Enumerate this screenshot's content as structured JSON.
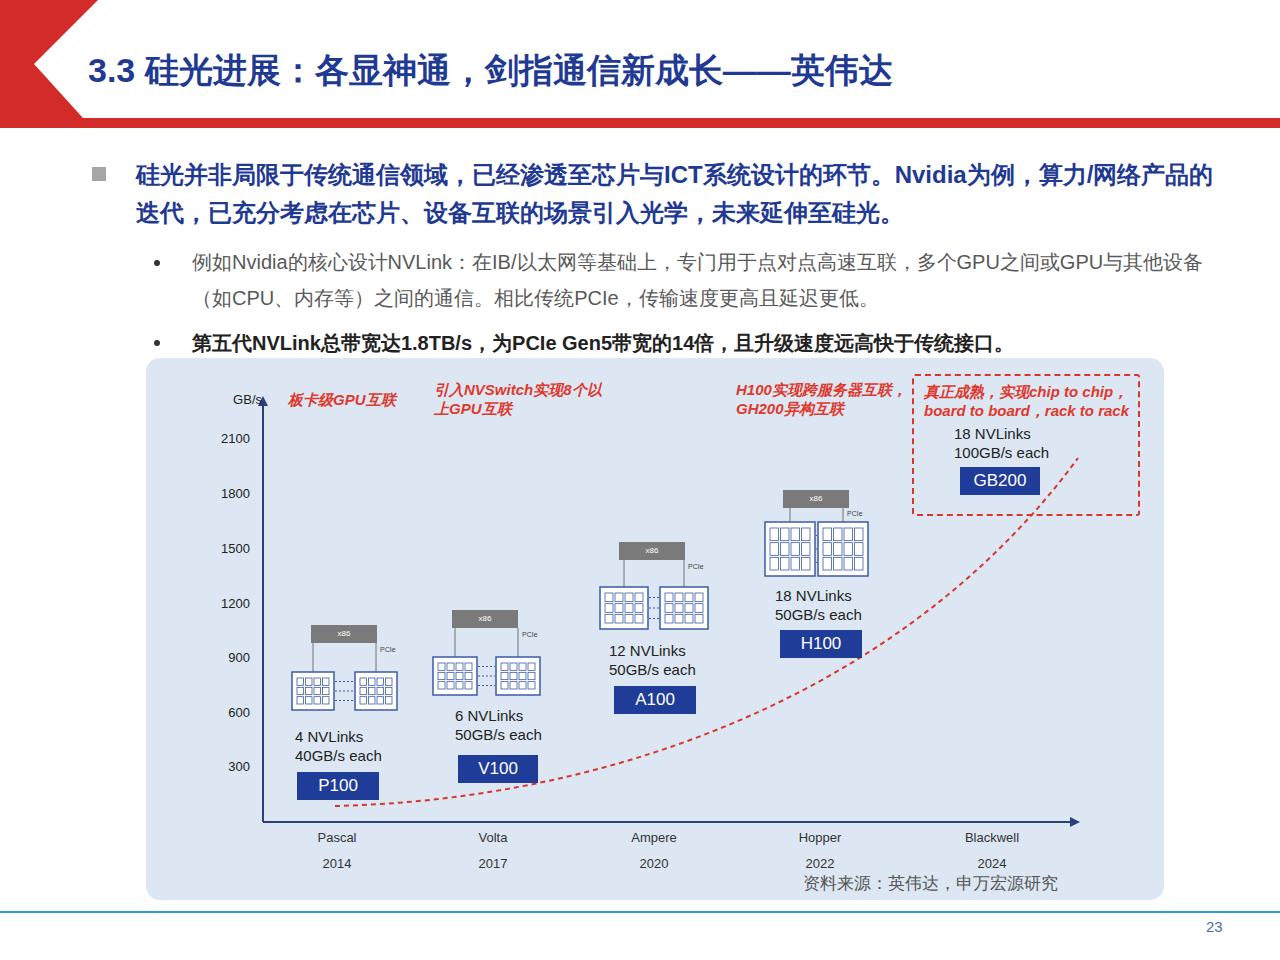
{
  "diagram": {
    "title": "3.3 硅光进展：各显神通，剑指通信新成长——英伟达",
    "nodes": [
      {
        "text": [
          "资料来源：英伟达，申万宏源研究"
        ]
      },
      {
        "text": [
          "P100"
        ],
        "in": 0
      },
      {
        "text": [
          "V100"
        ],
        "in": 0
      },
      {
        "text": [
          "A100"
        ],
        "in": 0
      },
      {
        "text": [
          "H100"
        ],
        "in": 0
      },
      {
        "text": [
          "真正成熟，实现chip to chip，board to board，rack to rack",
          "18 NVLinks 100GB/s each"
        ],
        "in": 0
      },
      {
        "text": [
          "GB200"
        ],
        "in": 5
      },
      {
        "text": [
          "x86"
        ],
        "in": 0
      },
      {
        "text": [
          "x86"
        ],
        "in": 0
      },
      {
        "text": [
          "x86"
        ],
        "in": 0
      },
      {
        "text": [
          "x86"
        ],
        "in": 0
      }
    ],
    "labels": [
      "硅光并非局限于传统通信领域，已经渗透至芯片与ICT系统设计的环节。Nvidia为例，算力/网络产品的迭代，已充分考虑在芯片、设备互联的场景引入光学，未来延伸至硅光。",
      "例如Nvidia的核心设计NVLink：在IB/以太网等基础上，专门用于点对点高速互联，多个GPU之间或GPU与其他设备（如CPU、内存等）之间的通信。相比传统PCIe，传输速度更高且延迟更低。",
      "第五代NVLink总带宽达1.8TB/s，为PCIe Gen5带宽的14倍，且升级速度远高快于传统接口。",
      "GB/s",
      "2100",
      "1800",
      "1500",
      "1200",
      "900",
      "600",
      "300",
      "板卡级GPU互联",
      "引入NVSwitch实现8个以上GPU互联",
      "H100实现跨服务器互联，GH200异构互联",
      "4 NVLinks 40GB/s each",
      "6 NVLinks 50GB/s each",
      "12 NVLinks 50GB/s each",
      "18 NVLinks 50GB/s each",
      "Pascal",
      "2014",
      "Volta",
      "2017",
      "Ampere",
      "2020",
      "Hopper",
      "2022",
      "Blackwell",
      "2024",
      "PCIe",
      "PCIe",
      "PCIe",
      "PCIe",
      "23"
    ]
  }
}
